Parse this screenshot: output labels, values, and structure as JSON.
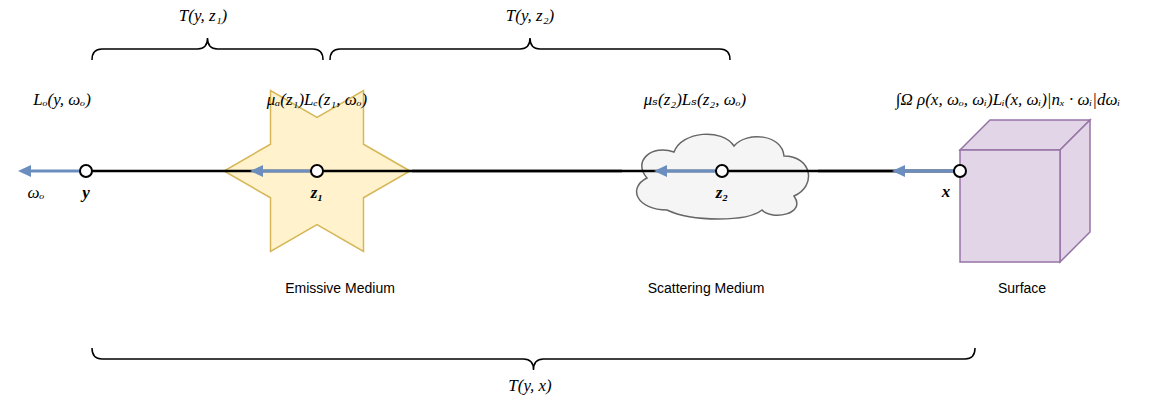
{
  "diagram": {
    "nodes": [
      {
        "text": [
          "z₁",
          "Emissive Medium"
        ]
      },
      {
        "text": [
          "z₂",
          "Scattering Medium"
        ]
      },
      {
        "text": [
          "Surface"
        ]
      }
    ],
    "edges": [
      {
        "from": 2,
        "to": 1,
        "arrow": "to"
      },
      {
        "from": 1,
        "to": 0,
        "arrow": "to"
      }
    ],
    "labels": [
      "T(y, z₁)",
      "T(y, z₂)",
      "Lₒ(y, ωₒ)",
      "μₐ(z₁)Lₑ(z₁, ωₒ)",
      "μₛ(z₂)Lₛ(z₂, ωₒ)",
      "∫Ω ρ(x, ωₒ, ωᵢ)Lᵢ(x, ωᵢ)|nₓ · ωᵢ|dωᵢ",
      "ωₒ",
      "y",
      "x",
      "T(y, x)"
    ]
  }
}
